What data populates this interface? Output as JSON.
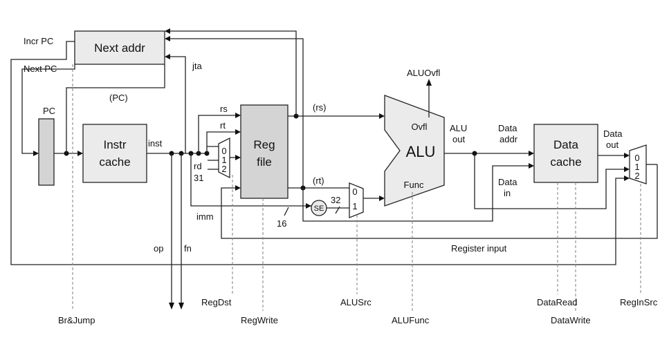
{
  "blocks": {
    "next_addr": "Next addr",
    "pc": "PC",
    "instr_cache": [
      "Instr",
      "cache"
    ],
    "reg_file": [
      "Reg",
      "file"
    ],
    "alu": "ALU",
    "ovfl": "Ovfl",
    "func": "Func",
    "se": "SE",
    "data_cache": [
      "Data",
      "cache"
    ]
  },
  "muxes": {
    "regdst_mux": [
      "0",
      "1",
      "2"
    ],
    "alusrc_mux": [
      "0",
      "1"
    ],
    "reginsrc_mux": [
      "0",
      "1",
      "2"
    ]
  },
  "signals": {
    "incr_pc": "Incr PC",
    "next_pc": "Next PC",
    "pc_paren": "(PC)",
    "jta": "jta",
    "inst": "inst",
    "rs": "rs",
    "rt": "rt",
    "rd": "rd",
    "n31": "31",
    "imm": "imm",
    "op": "op",
    "fn": "fn",
    "rs_paren": "(rs)",
    "rt_paren": "(rt)",
    "n32": "32",
    "n16": "16",
    "alu_ovfl": "ALUOvfl",
    "alu_out": [
      "ALU",
      "out"
    ],
    "data_addr": [
      "Data",
      "addr"
    ],
    "data_in": [
      "Data",
      "in"
    ],
    "data_out": [
      "Data",
      "out"
    ],
    "register_input": "Register input"
  },
  "controls": {
    "br_jump": "Br&Jump",
    "regdst": "RegDst",
    "regwrite": "RegWrite",
    "alusrc": "ALUSrc",
    "alufunc": "ALUFunc",
    "dataread": "DataRead",
    "datawrite": "DataWrite",
    "reginsrc": "RegInSrc"
  },
  "colors": {
    "block_fill": "#ebebeb",
    "pc_fill": "#d4d4d4",
    "regfile_fill": "#d4d4d4",
    "wire": "#222222",
    "control_line": "#888888"
  }
}
